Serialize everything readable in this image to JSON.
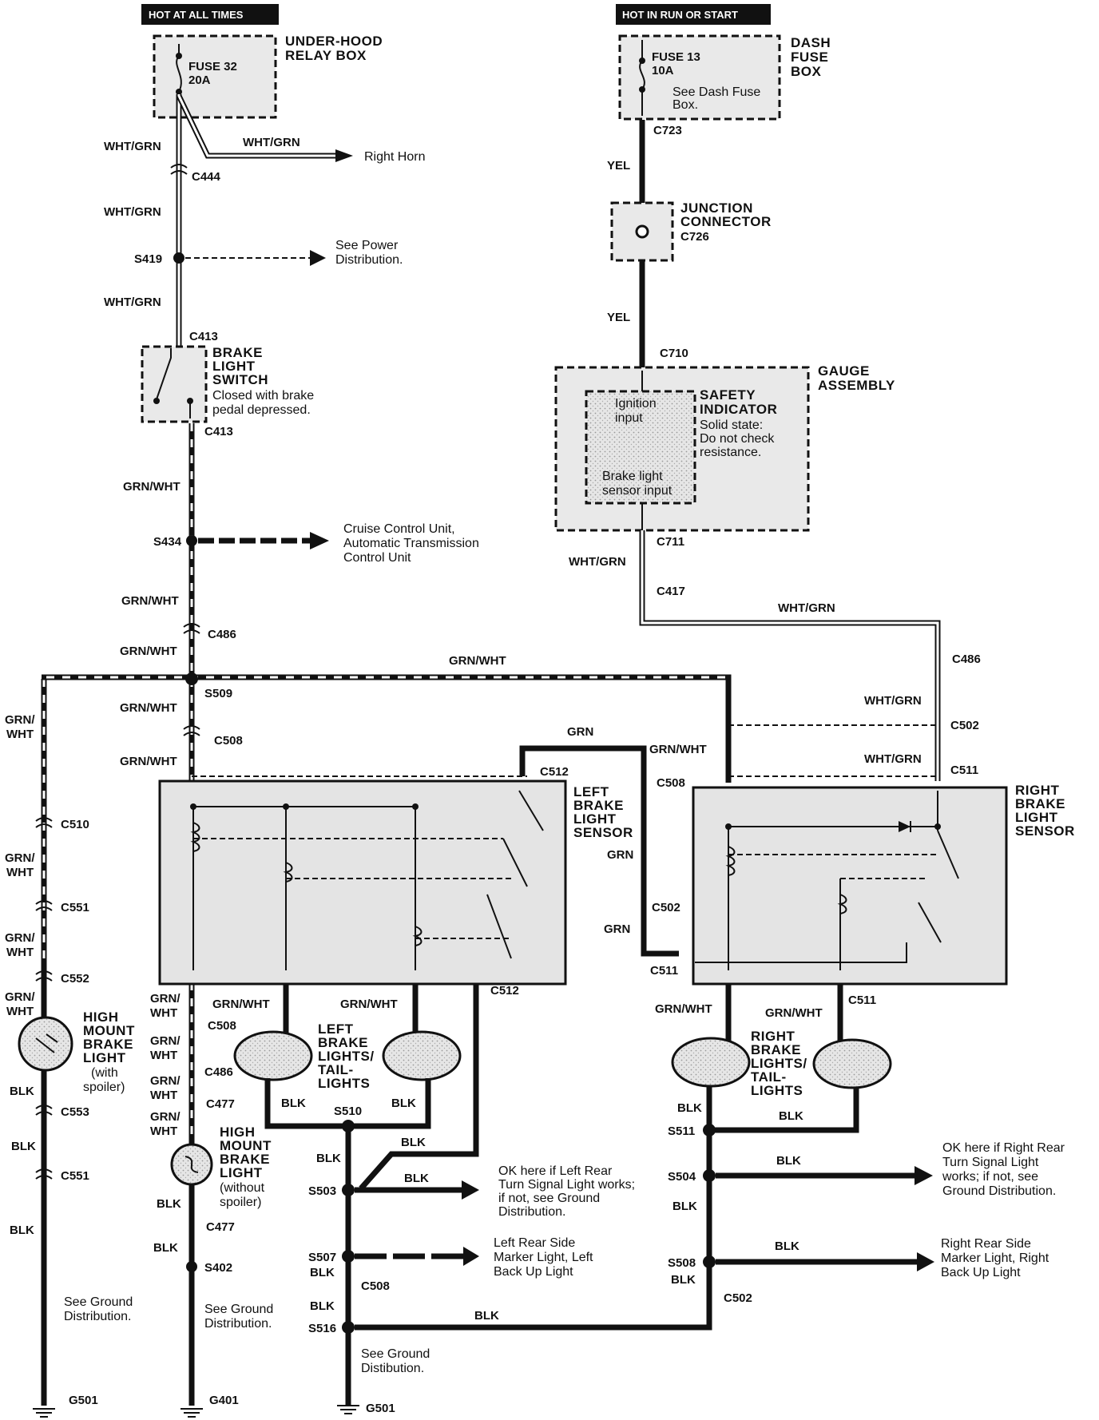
{
  "headers": {
    "left": "HOT AT ALL TIMES",
    "right": "HOT IN RUN OR START"
  },
  "components": {
    "underhood_l1": "UNDER-HOOD",
    "underhood_l2": "RELAY BOX",
    "fuse32": "FUSE 32",
    "fuse32_amp": "20A",
    "dash_l1": "DASH",
    "dash_l2": "FUSE",
    "dash_l3": "BOX",
    "fuse13": "FUSE 13",
    "fuse13_amp": "10A",
    "fuse13_note_l1": "See Dash Fuse",
    "fuse13_note_l2": "Box.",
    "junction_l1": "JUNCTION",
    "junction_l2": "CONNECTOR",
    "junction_c": "C726",
    "gauge_l1": "GAUGE",
    "gauge_l2": "ASSEMBLY",
    "safety_l1": "SAFETY",
    "safety_l2": "INDICATOR",
    "safety_n1": "Solid state:",
    "safety_n2": "Do not check",
    "safety_n3": "resistance.",
    "ign_l1": "Ignition",
    "ign_l2": "input",
    "bls_l1": "Brake light",
    "bls_l2": "sensor input",
    "switch_l1": "BRAKE",
    "switch_l2": "LIGHT",
    "switch_l3": "SWITCH",
    "switch_n1": "Closed with brake",
    "switch_n2": "pedal depressed.",
    "lbs_l1": "LEFT",
    "lbs_l2": "BRAKE",
    "lbs_l3": "LIGHT",
    "lbs_l4": "SENSOR",
    "rbs_l1": "RIGHT",
    "rbs_l2": "BRAKE",
    "rbs_l3": "LIGHT",
    "rbs_l4": "SENSOR",
    "hm1_l1": "HIGH",
    "hm1_l2": "MOUNT",
    "hm1_l3": "BRAKE",
    "hm1_l4": "LIGHT",
    "hm1_l5": "(with",
    "hm1_l6": "spoiler)",
    "hm2_l1": "HIGH",
    "hm2_l2": "MOUNT",
    "hm2_l3": "BRAKE",
    "hm2_l4": "LIGHT",
    "hm2_l5": "(without",
    "hm2_l6": "spoiler)",
    "lbl_l1": "LEFT",
    "lbl_l2": "BRAKE",
    "lbl_l3": "LIGHTS/",
    "lbl_l4": "TAIL-",
    "lbl_l5": "LIGHTS",
    "rbl_l1": "RIGHT",
    "rbl_l2": "BRAKE",
    "rbl_l3": "LIGHTS/",
    "rbl_l4": "TAIL-",
    "rbl_l5": "LIGHTS"
  },
  "notes": {
    "right_horn": "Right Horn",
    "power_l1": "See Power",
    "power_l2": "Distribution.",
    "cruise_l1": "Cruise Control Unit,",
    "cruise_l2": "Automatic Transmission",
    "cruise_l3": "Control Unit",
    "okleft_l1": "OK here if Left Rear",
    "okleft_l2": "Turn Signal Light works;",
    "okleft_l3": "if not, see Ground",
    "okleft_l4": "Distribution.",
    "okright_l1": "OK here if Right Rear",
    "okright_l2": "Turn Signal Light",
    "okright_l3": "works; if not, see",
    "okright_l4": "Ground Distribution.",
    "lside_l1": "Left Rear Side",
    "lside_l2": "Marker Light, Left",
    "lside_l3": "Back Up Light",
    "rside_l1": "Right Rear Side",
    "rside_l2": "Marker Light, Right",
    "rside_l3": "Back Up Light",
    "g1_l1": "See Ground",
    "g1_l2": "Distribution.",
    "g2_l1": "See Ground",
    "g2_l2": "Distribution.",
    "g3_l1": "See Ground",
    "g3_l2": "Distibution."
  },
  "wires": {
    "wg": "WHT/GRN",
    "gw": "GRN/WHT",
    "gw_slash": "GRN/",
    "wht": "WHT",
    "yel": "YEL",
    "grn": "GRN",
    "blk": "BLK"
  },
  "connectors": {
    "c444": "C444",
    "s419": "S419",
    "c413": "C413",
    "s434": "S434",
    "c486": "C486",
    "s509": "S509",
    "c508": "C508",
    "c510": "C510",
    "c551": "C551",
    "c552": "C552",
    "c553": "C553",
    "c477": "C477",
    "s402": "S402",
    "g401": "G401",
    "g501": "G501",
    "c512": "C512",
    "s510": "S510",
    "s503": "S503",
    "s507": "S507",
    "s516": "S516",
    "c723": "C723",
    "c710": "C710",
    "c711": "C711",
    "c417": "C417",
    "c502": "C502",
    "c511": "C511",
    "s511": "S511",
    "s504": "S504",
    "s508": "S508"
  }
}
